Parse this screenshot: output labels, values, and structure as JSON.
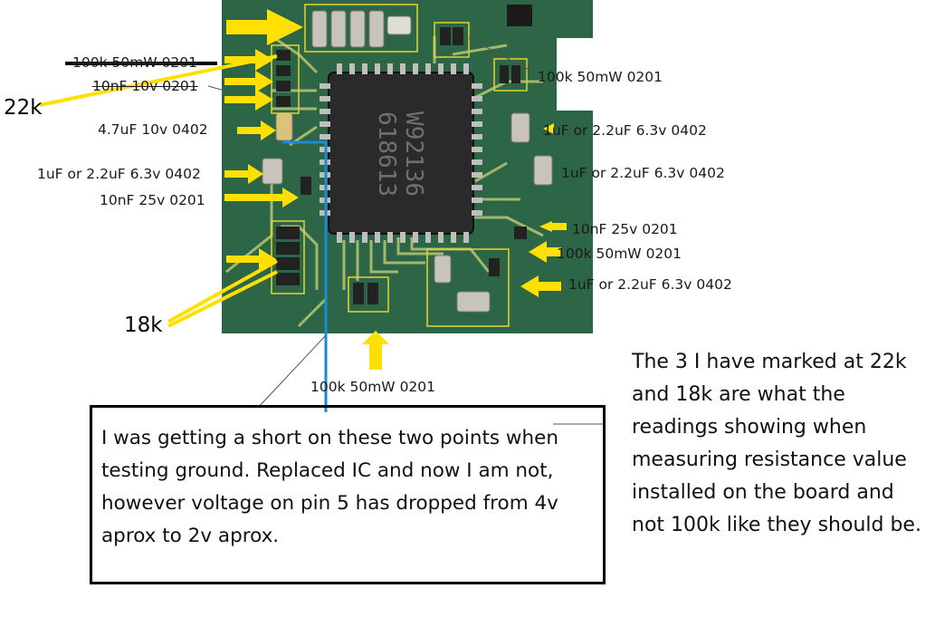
{
  "labels": {
    "top_left_struck": "100k 50mW 0201",
    "cap_10nf_10v": "10nF 10v 0201",
    "value_22k": "22k",
    "cap_4_7uf": "4.7uF 10v 0402",
    "cap_1uf_left": "1uF or 2.2uF 6.3v 0402",
    "cap_10nf_25v_left": "10nF 25v 0201",
    "value_18k": "18k",
    "res_top_right": "100k 50mW 0201",
    "cap_1uf_right_1": "1uF or 2.2uF 6.3v 0402",
    "cap_1uf_right_2": "1uF or 2.2uF 6.3v 0402",
    "cap_10nf_25v_right": "10nF 25v 0201",
    "res_right_mid": "100k 50mW 0201",
    "cap_1uf_right_3": "1uF or 2.2uF 6.3v 0402",
    "res_bottom": "100k 50mW 0201"
  },
  "chip": {
    "marking_line1": "W92136",
    "marking_line2": "618613"
  },
  "note_box": {
    "text": "I was getting a short on these two points when testing ground. Replaced IC and now I am not, however voltage on pin 5 has dropped from 4v aprox to 2v aprox."
  },
  "side_note": {
    "text": "The 3 I have marked at 22k and 18k are what the readings showing when measuring resistance value installed on the board and not 100k like they should be."
  },
  "colors": {
    "pcb_green": "#2f6a48",
    "arrow_yellow": "#ffe000",
    "marker_blue": "#1a8ad4",
    "box_outline": "#e5d330"
  }
}
